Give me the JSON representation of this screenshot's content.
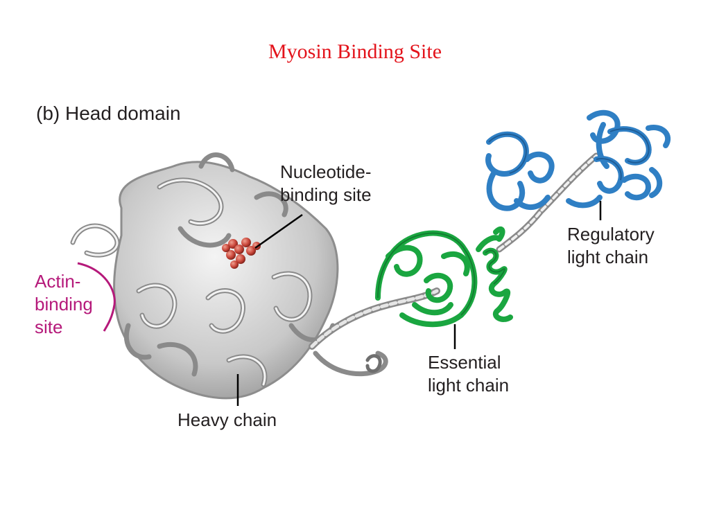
{
  "title": "Myosin Binding Site",
  "panel_label": "(b) Head domain",
  "labels": {
    "nucleotide_line1": "Nucleotide-",
    "nucleotide_line2": "binding site",
    "actin_line1": "Actin-",
    "actin_line2": "binding",
    "actin_line3": "site",
    "heavy": "Heavy chain",
    "essential_line1": "Essential",
    "essential_line2": "light chain",
    "regulatory_line1": "Regulatory",
    "regulatory_line2": "light chain"
  },
  "colors": {
    "title": "#e3131b",
    "actin_label": "#b5197a",
    "heavy_chain": "#c9c9c9",
    "essential_chain": "#1aa640",
    "regulatory_chain": "#2f7fc4",
    "nucleotide": "#c9463a"
  }
}
